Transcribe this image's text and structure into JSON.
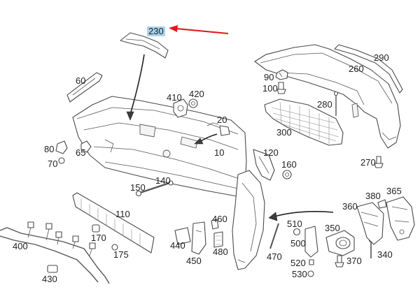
{
  "highlighted_part": "230",
  "colors": {
    "highlight": "#a9d3ee",
    "arrow": "#e0191c",
    "line": "#4a4a4a"
  },
  "labels": {
    "p230": "230",
    "p290": "290",
    "p260": "260",
    "p90": "90",
    "p100": "100",
    "p60": "60",
    "p410": "410",
    "p420": "420",
    "p280": "280",
    "p20": "20",
    "p300": "300",
    "p10": "10",
    "p80": "80",
    "p65": "65",
    "p70": "70",
    "p120": "120",
    "p160": "160",
    "p270": "270",
    "p140": "140",
    "p150": "150",
    "p380": "380",
    "p365": "365",
    "p360": "360",
    "p110": "110",
    "p460": "460",
    "p510": "510",
    "p350": "350",
    "p400": "400",
    "p170": "170",
    "p440": "440",
    "p500": "500",
    "p340": "340",
    "p175": "175",
    "p480": "480",
    "p470": "470",
    "p370": "370",
    "p450": "450",
    "p520": "520",
    "p430": "430",
    "p530": "530"
  }
}
